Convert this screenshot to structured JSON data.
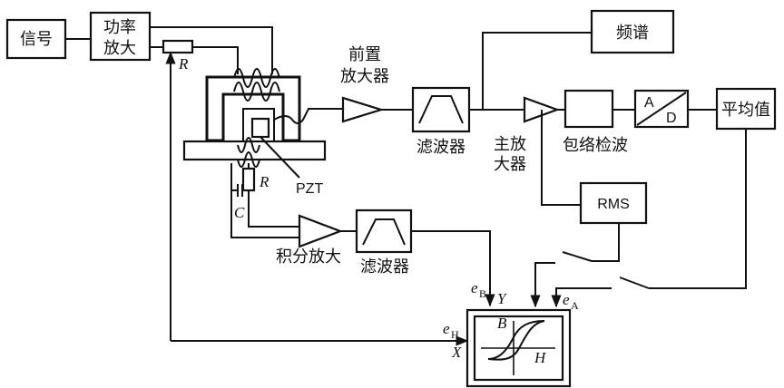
{
  "blocks": {
    "signal": "信号",
    "power_amp_line1": "功率",
    "power_amp_line2": "放大",
    "spectrum": "频谱",
    "preamp_line1": "前置",
    "preamp_line2": "放大器",
    "filter_top": "滤波器",
    "main_amp_line1": "主放",
    "main_amp_line2": "大器",
    "envelope": "包络检波",
    "ad_a": "A",
    "ad_d": "D",
    "average": "平均值",
    "rms": "RMS",
    "integrator": "积分放大",
    "filter_bottom": "滤波器"
  },
  "components": {
    "resistor_top": "R",
    "resistor_mid": "R",
    "capacitor": "C",
    "pzt": "PZT"
  },
  "scope": {
    "y_label": "Y",
    "x_label": "X",
    "b_label": "B",
    "h_label": "H",
    "eb": "e",
    "eb_sub": "B",
    "eh": "e",
    "eh_sub": "H",
    "ea": "e",
    "ea_sub": "A"
  }
}
